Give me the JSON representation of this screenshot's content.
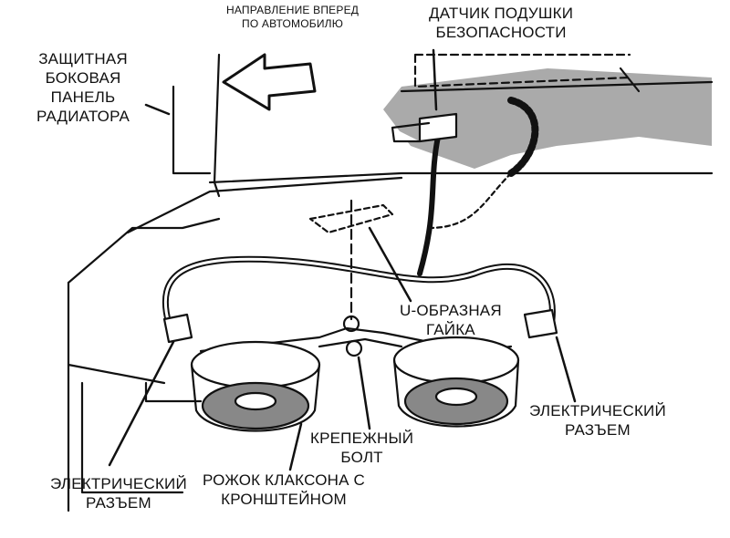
{
  "labels": {
    "direction": [
      "НАПРАВЛЕНИЕ ВПЕРЕД",
      "ПО АВТОМОБИЛЮ"
    ],
    "airbag_sensor": [
      "ДАТЧИК ПОДУШКИ",
      "БЕЗОПАСНОСТИ"
    ],
    "radiator_panel": [
      "ЗАЩИТНАЯ",
      "БОКОВАЯ",
      "ПАНЕЛЬ",
      "РАДИАТОРА"
    ],
    "u_nut": [
      "U-ОБРАЗНАЯ",
      "ГАЙКА"
    ],
    "connector_right": [
      "ЭЛЕКТРИЧЕСКИЙ",
      "РАЗЪЕМ"
    ],
    "mounting_bolt": [
      "КРЕПЕЖНЫЙ",
      "БОЛТ"
    ],
    "connector_left": [
      "ЭЛЕКТРИЧЕСКИЙ",
      "РАЗЪЕМ"
    ],
    "horn_bracket": [
      "РОЖОК КЛАКСОНА С",
      "КРОНШТЕЙНОМ"
    ]
  }
}
